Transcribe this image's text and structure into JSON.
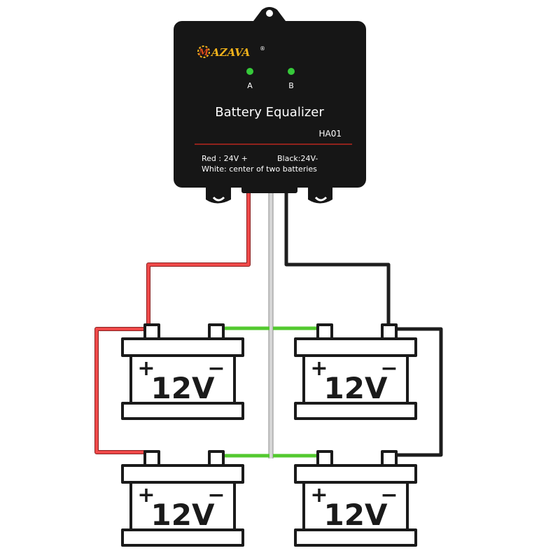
{
  "device": {
    "brand": "AZAVA",
    "brand_mark": "®",
    "led_a": "A",
    "led_b": "B",
    "title": "Battery Equalizer",
    "model": "HA01",
    "wiring_red": "Red : 24V +",
    "wiring_black": "Black:24V-",
    "wiring_white": "White: center of two batteries",
    "body_color": "#161616",
    "led_color": "#36c93a",
    "brand_color": "#f2b31b",
    "accent_line_color": "#b8261f"
  },
  "batteries": [
    {
      "id": "top-left",
      "voltage": "12V",
      "plus": "+",
      "minus": "−"
    },
    {
      "id": "top-right",
      "voltage": "12V",
      "plus": "+",
      "minus": "−"
    },
    {
      "id": "bottom-left",
      "voltage": "12V",
      "plus": "+",
      "minus": "−"
    },
    {
      "id": "bottom-right",
      "voltage": "12V",
      "plus": "+",
      "minus": "−"
    }
  ],
  "wire_colors": {
    "red": "#f04a4a",
    "black": "#1e1e1e",
    "white": "#c8c8c8",
    "link": "#53c92f"
  }
}
